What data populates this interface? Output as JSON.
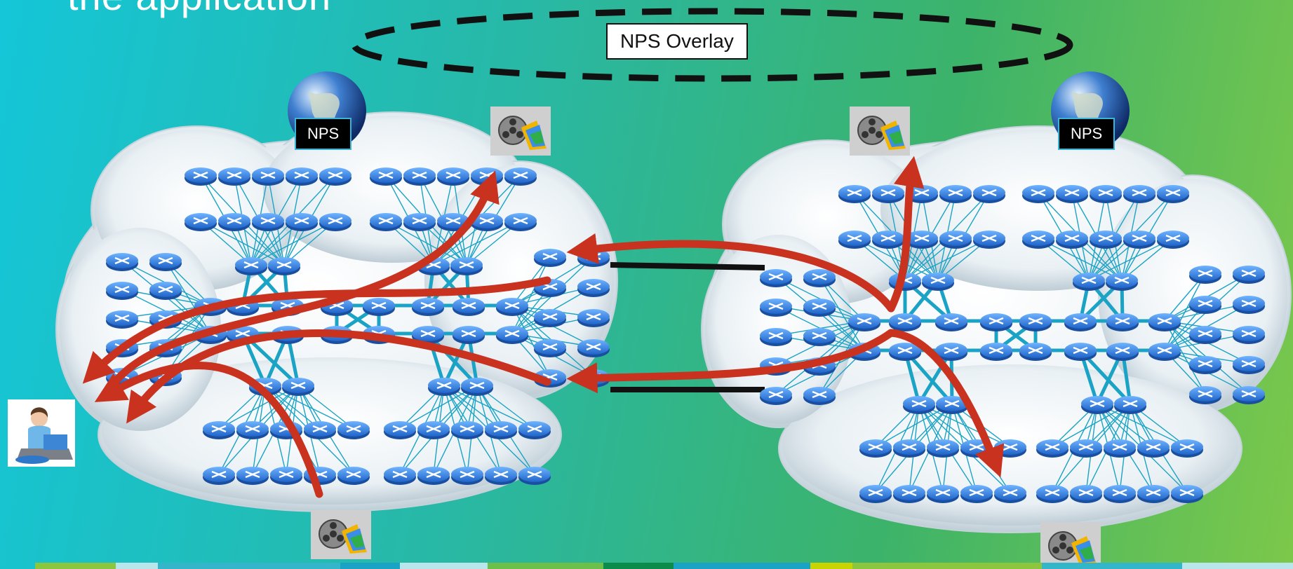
{
  "slide": {
    "title": "the application",
    "overlay_label": "NPS Overlay",
    "nps_left_label": "NPS",
    "nps_right_label": "NPS"
  },
  "icons": {
    "globe": "globe-icon",
    "media": "media-reel-icon",
    "user": "user-at-laptop-icon",
    "router": "router-icon"
  },
  "colors": {
    "background_left": "#14c6d8",
    "background_right": "#7cc84a",
    "path_arrows": "#c8321e",
    "links": "#1aa3c4",
    "router": "#2f7ee8",
    "overlay_ring": "#111111",
    "stripe": [
      "#8cc63e",
      "#b8e6ea",
      "#33b6c9",
      "#1aa3c4",
      "#b8e6ea",
      "#6cc04a",
      "#0c8c4a",
      "#1aa3c4",
      "#c8d400",
      "#8cc63e",
      "#33b6c9",
      "#b8e6ea"
    ]
  }
}
